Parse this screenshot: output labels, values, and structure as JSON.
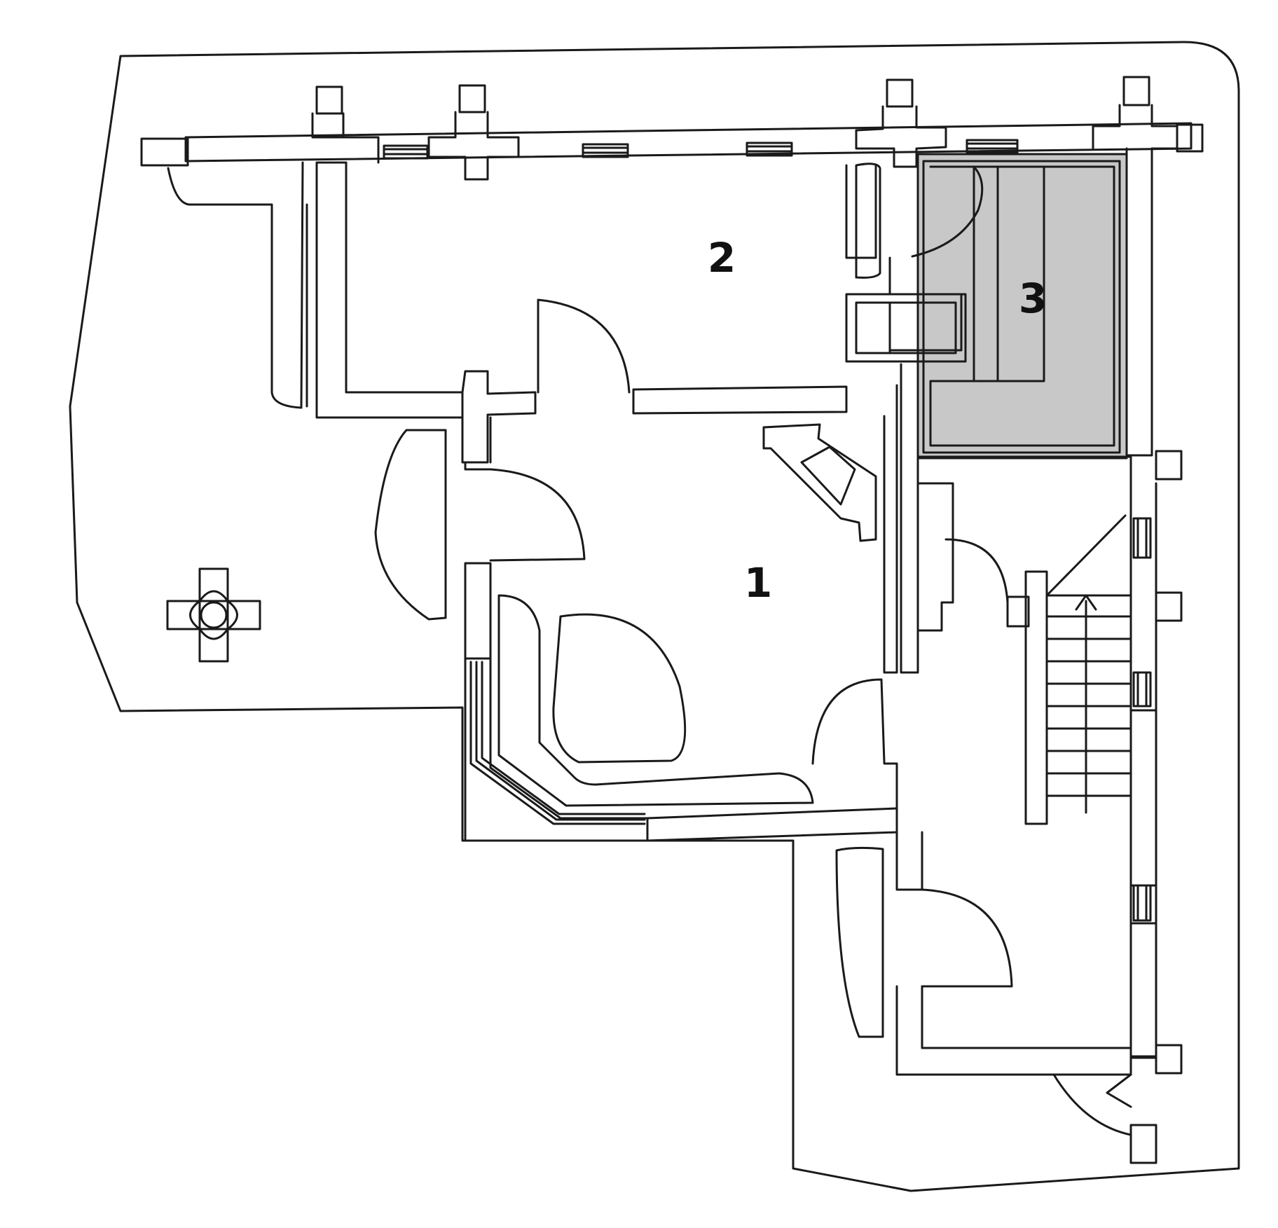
{
  "plan": {
    "rooms": [
      {
        "id": "room-1",
        "number": "1"
      },
      {
        "id": "room-2",
        "number": "2"
      },
      {
        "id": "room-3",
        "number": "3",
        "shaded": true
      }
    ]
  },
  "colors": {
    "line": "#1a1a1a",
    "shaded_room": "#c8c8c8",
    "background": "#ffffff"
  }
}
